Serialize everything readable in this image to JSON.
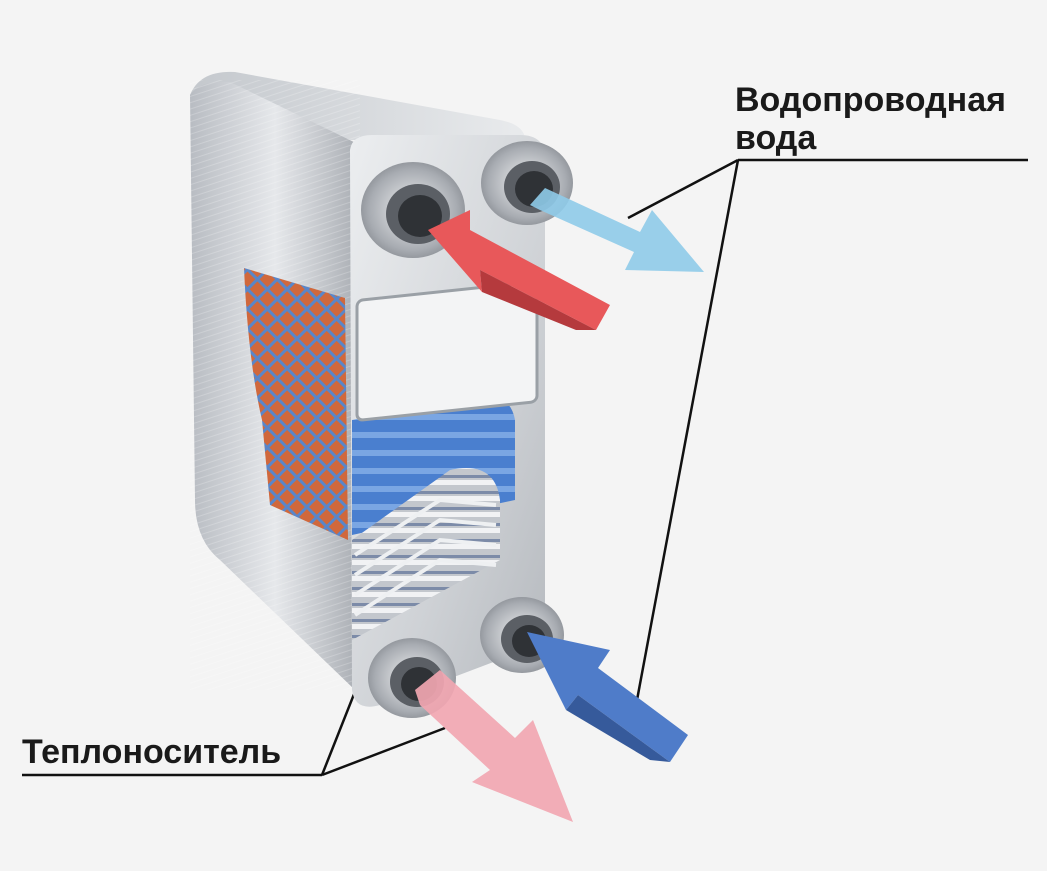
{
  "labels": {
    "tap_water_line1": "Водопроводная",
    "tap_water_line2": "вода",
    "coolant": "Теплоноситель"
  },
  "colors": {
    "background": "#f4f4f4",
    "hot_arrow": "#e8585a",
    "hot_arrow_light": "#f1a6b1",
    "cold_arrow": "#4f7cc9",
    "cold_arrow_light": "#8fcbe9",
    "steel": "#c9ccd1",
    "copper": "#d0683c",
    "plate_blue": "#4a7fcf",
    "leader_line": "#111111"
  },
  "icons": [
    "plate-heat-exchanger-illustration"
  ]
}
